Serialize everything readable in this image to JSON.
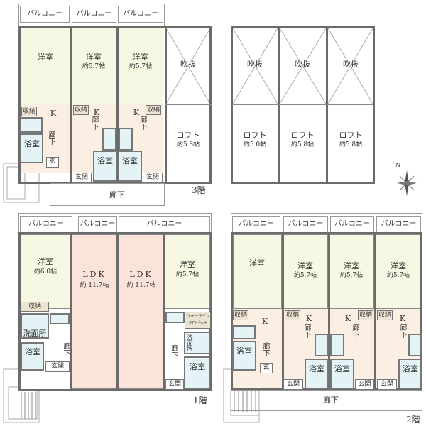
{
  "floor3": {
    "label": "3階",
    "balconies": [
      "バルコニー",
      "バルコニー",
      "バルコニー"
    ],
    "rooms": [
      {
        "name": "洋室",
        "size": ""
      },
      {
        "name": "洋室",
        "size": "約5.7帖"
      },
      {
        "name": "洋室",
        "size": "約5.7帖"
      }
    ],
    "void": "吹抜",
    "loft": {
      "name": "ロフト",
      "size": "約5.8帖"
    },
    "storage": "収納",
    "kitchen": "K",
    "hallway": "廊下",
    "bath": "浴室",
    "entrance": "玄関",
    "entrance_short": "玄",
    "corridor": "廊下"
  },
  "loft_level": {
    "voids": [
      "吹抜",
      "吹抜",
      "吹抜"
    ],
    "lofts": [
      {
        "name": "ロフト",
        "size": "約5.0帖"
      },
      {
        "name": "ロフト",
        "size": "約5.8帖"
      },
      {
        "name": "ロフト",
        "size": "約5.8帖"
      }
    ]
  },
  "compass": {
    "label": "N"
  },
  "floor1": {
    "label": "1階",
    "balconies": [
      "バルコニー",
      "バルコニー",
      "バルコニー"
    ],
    "rooms": [
      {
        "name": "洋室",
        "size": "約6.0帖"
      },
      {
        "name": "LDK",
        "size": "約 11.7帖"
      },
      {
        "name": "LDK",
        "size": "約 11.7帖"
      },
      {
        "name": "洋室",
        "size": "約5.7帖"
      }
    ],
    "storage": "収納",
    "washroom": "洗面所",
    "washroom_v": "洗面所",
    "bath": "浴室",
    "hallway": "廊下",
    "entrance": "玄関",
    "walkin": "ウォークイン クロゼット"
  },
  "floor2": {
    "label": "2階",
    "balconies": [
      "バルコニー",
      "バルコニー",
      "バルコニー",
      "バルコニー"
    ],
    "rooms": [
      {
        "name": "洋室",
        "size": ""
      },
      {
        "name": "洋室",
        "size": "約5.7帖"
      },
      {
        "name": "洋室",
        "size": "約5.7帖"
      },
      {
        "name": "洋室",
        "size": "約5.7帖"
      }
    ],
    "storage": "収納",
    "kitchen": "K",
    "hallway": "廊下",
    "bath": "浴室",
    "entrance": "玄関",
    "entrance_short": "玄",
    "corridor": "廊下"
  }
}
